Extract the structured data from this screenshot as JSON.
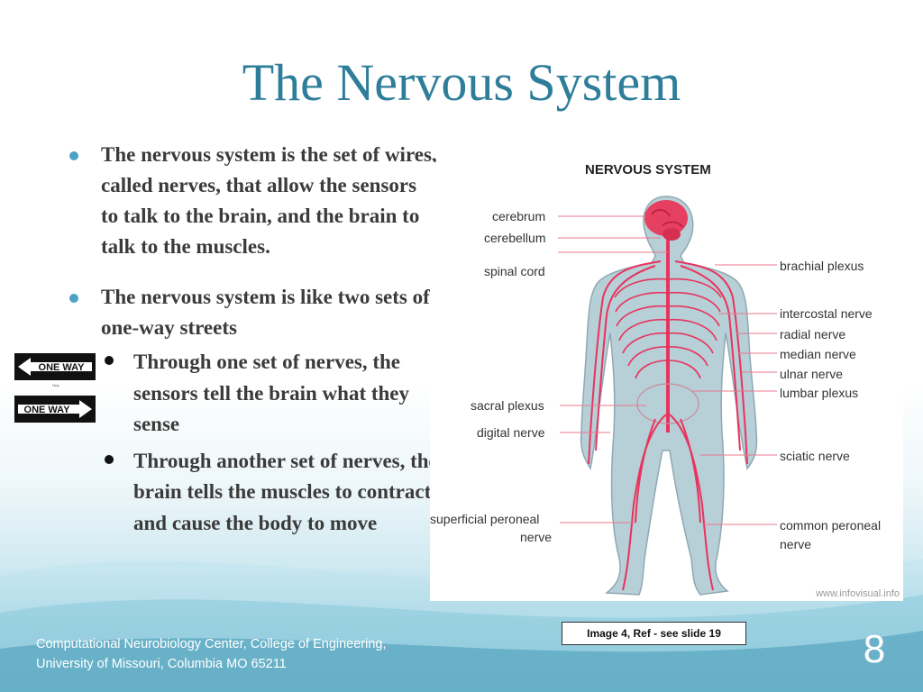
{
  "slide": {
    "title": "The Nervous System",
    "bullets": [
      "The nervous system is the set of wires, called nerves, that allow the sensors to talk to the brain, and the brain to talk to the muscles.",
      "The nervous system is like two sets of one-way streets"
    ],
    "sub_bullets": [
      "Through one set of nerves, the sensors tell the brain what they sense",
      "Through another set of nerves, the brain tells the muscles to contract and cause the body to move"
    ],
    "signs": [
      "ONE WAY",
      "ONE WAY"
    ],
    "sign_fineprint": "Hwy",
    "caption": "Image 4, Ref - see slide 19",
    "footer_line1": "Computational Neurobiology Center, College of Engineering,",
    "footer_line2": "University of Missouri, Columbia MO 65211",
    "page_number": "8"
  },
  "diagram": {
    "title": "NERVOUS SYSTEM",
    "labels_left": [
      "cerebrum",
      "cerebellum",
      "spinal cord",
      "sacral plexus",
      "digital nerve",
      "superficial peroneal",
      "nerve"
    ],
    "labels_right": [
      "brachial plexus",
      "intercostal nerve",
      "radial nerve",
      "median nerve",
      "ulnar nerve",
      "lumbar plexus",
      "sciatic nerve",
      "common peroneal",
      "nerve"
    ],
    "watermark": "www.infovisual.info",
    "colors": {
      "body": "#b7cfd6",
      "nerve": "#e8335e",
      "brain": "#e5405f",
      "leader": "#e87a8f"
    }
  }
}
